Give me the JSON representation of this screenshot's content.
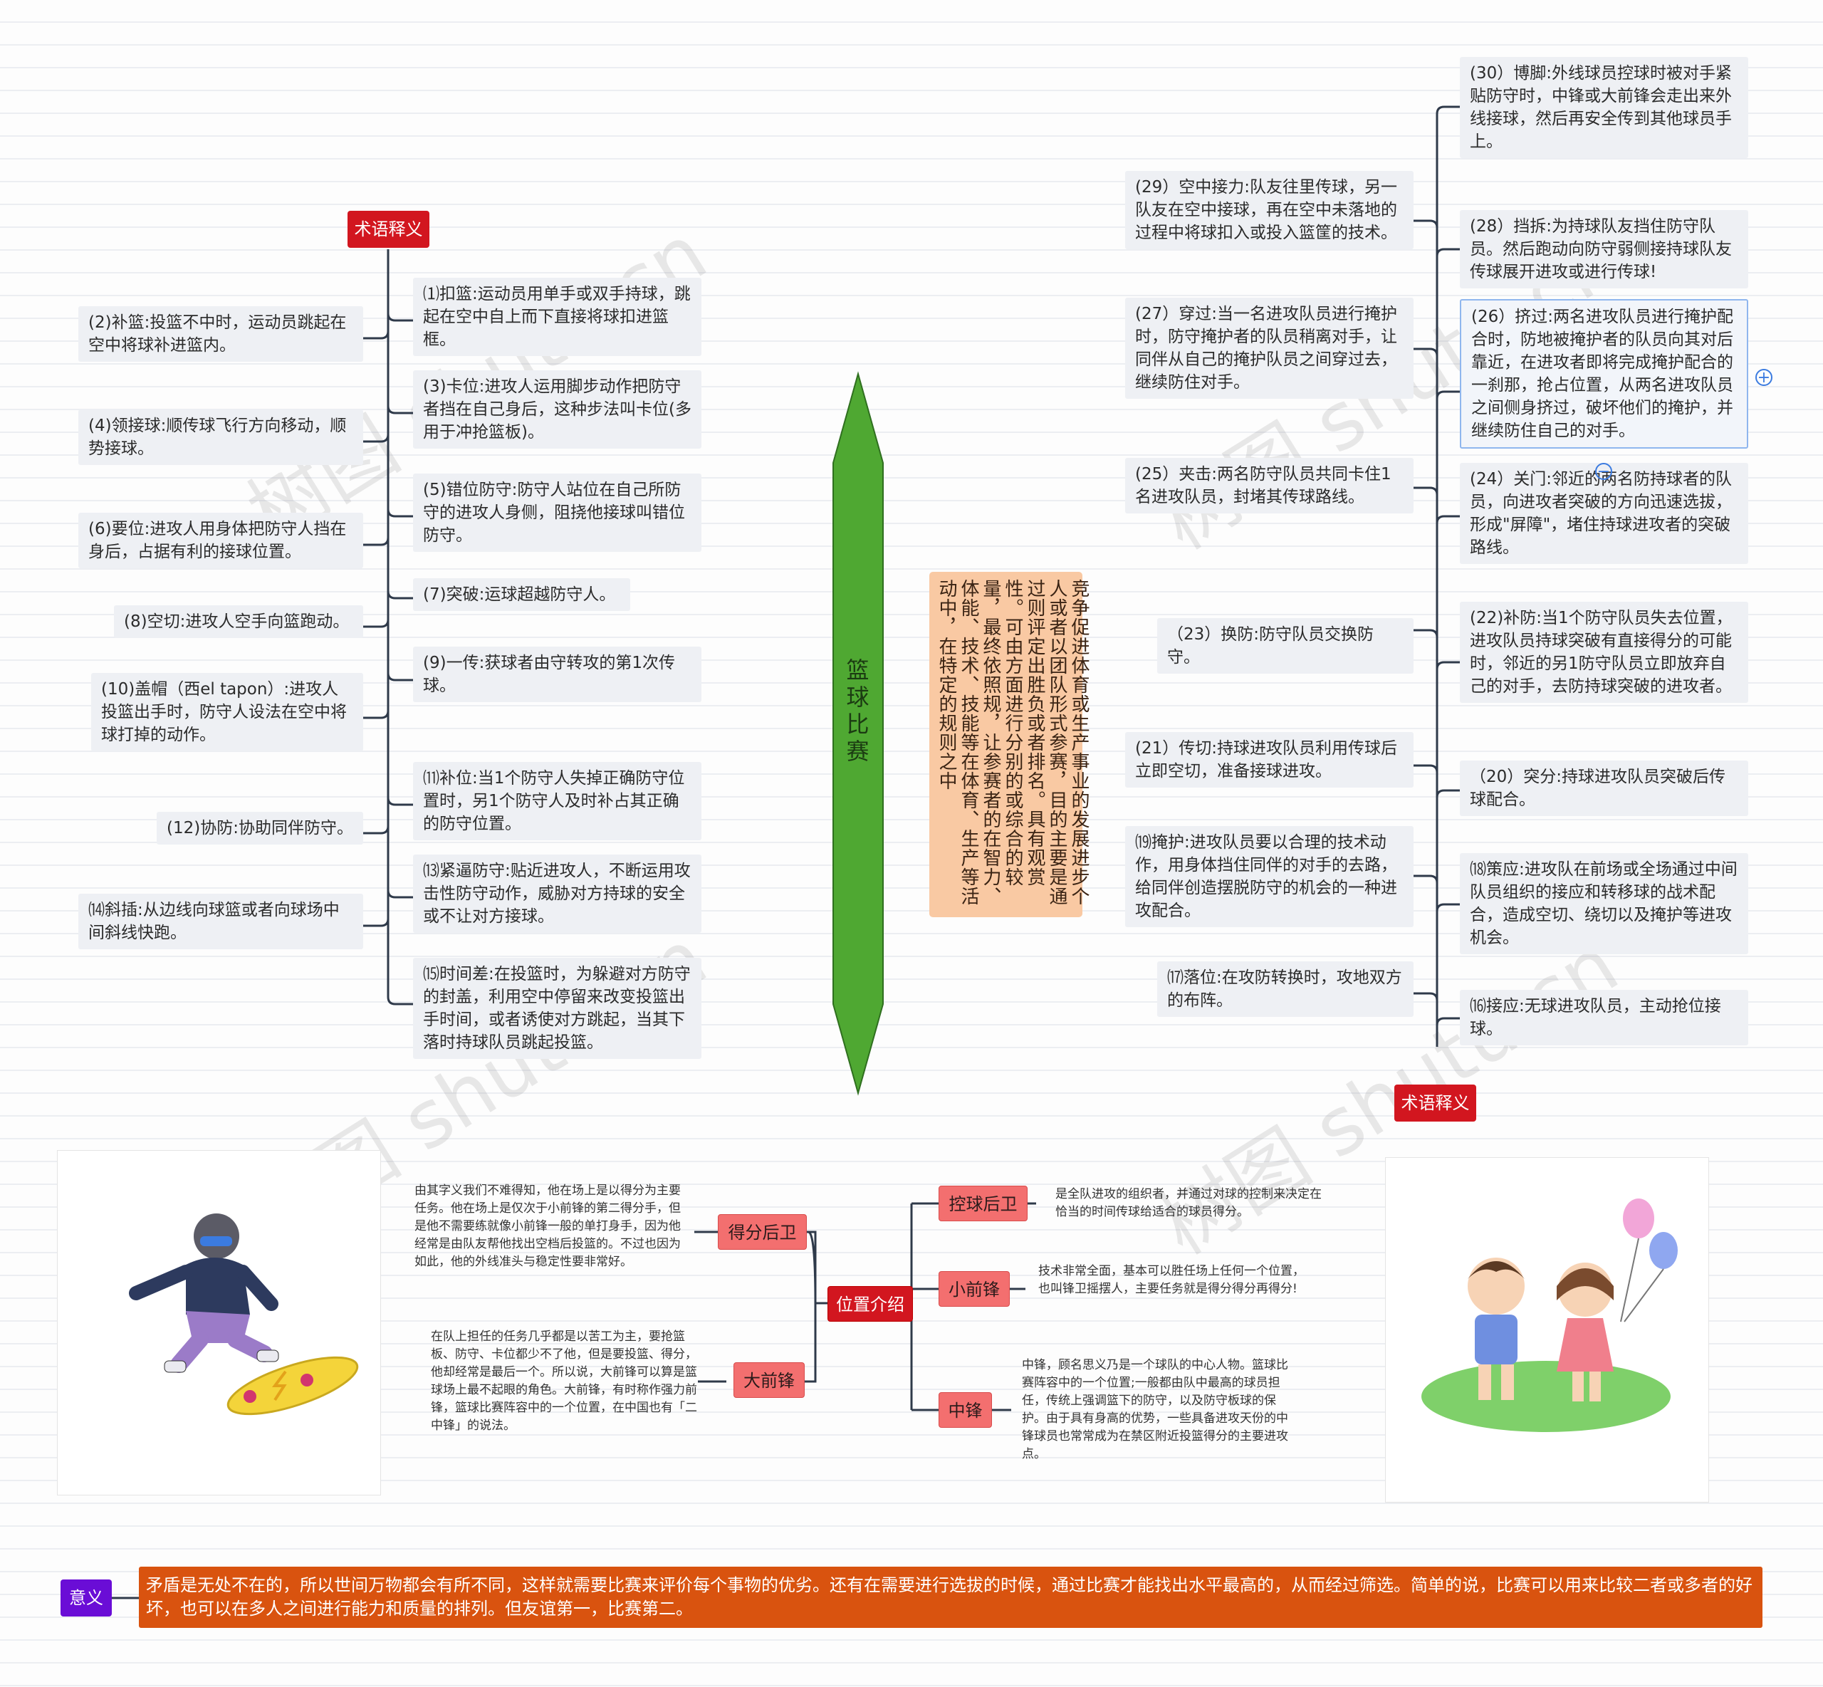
{
  "center": {
    "title": "篮球比赛",
    "description": "竞争促进体育或生产事业的发展进步个人或者以团队形式参赛，目的主要是通过则评定出胜负或者排名。具有观赏性。可由方面进行分别的或综合的较量，最终依照规，让参赛者的在智力、体能、技术、技能等在体育、生产等活动中，在特定的规则之中"
  },
  "left_branch": {
    "tag": "术语释义",
    "inner_items": [
      "⑴扣篮:运动员用单手或双手持球，跳起在空中自上而下直接将球扣进篮框。",
      "(3)卡位:进攻人运用脚步动作把防守者挡在自己身后，这种步法叫卡位(多用于冲抢篮板)。",
      "(5)错位防守:防守人站位在自己所防守的进攻人身侧，阻挠他接球叫错位防守。",
      "(7)突破:运球超越防守人。",
      "(9)一传:获球者由守转攻的第1次传球。",
      "⑾补位:当1个防守人失掉正确防守位置时，另1个防守人及时补占其正确的防守位置。",
      "⒀紧逼防守:贴近进攻人，不断运用攻击性防守动作，威胁对方持球的安全或不让对方接球。",
      "⒂时间差:在投篮时，为躲避对方防守的封盖，利用空中停留来改变投篮出手时间，或者诱使对方跳起，当其下落时持球队员跳起投篮。"
    ],
    "outer_items": [
      "(2)补篮:投篮不中时，运动员跳起在空中将球补进篮内。",
      "(4)领接球:顺传球飞行方向移动，顺势接球。",
      "(6)要位:进攻人用身体把防守人挡在身后，占据有利的接球位置。",
      "(8)空切:进攻人空手向篮跑动。",
      "(10)盖帽（西el tapon）:进攻人投篮出手时，防守人设法在空中将球打掉的动作。",
      "(12)协防:协助同伴防守。",
      "⒁斜插:从边线向球篮或者向球场中间斜线快跑。"
    ]
  },
  "right_branch": {
    "tag": "术语释义",
    "outer_items": [
      "(30）博脚:外线球员控球时被对手紧贴防守时，中锋或大前锋会走出来外线接球，然后再安全传到其他球员手上。",
      "(28）挡拆:为持球队友挡住防守队员。然后跑动向防守弱侧接持球队友传球展开进攻或进行传球!",
      "(26）挤过:两名进攻队员进行掩护配合时，防地被掩护者的队员向其对后靠近，在进攻者即将完成掩护配合的一刹那，抢占位置，从两名进攻队员之间侧身挤过，破坏他们的掩护，并继续防住自己的对手。",
      "(24）关门:邻近的两名防持球者的队员，向进攻者突破的方向迅速选拔，形成\"屏障\"，堵住持球进攻者的突破路线。",
      "(22)补防:当1个防守队员失去位置，进攻队员持球突破有直接得分的可能时，邻近的另1防守队员立即放弃自己的对手，去防持球突破的进攻者。",
      "（20）突分:持球进攻队员突破后传球配合。",
      "⒅策应:进攻队在前场或全场通过中间队员组织的接应和转移球的战术配合，造成空切、绕切以及掩护等进攻机会。",
      "⒃接应:无球进攻队员，主动抢位接球。"
    ],
    "inner_items": [
      "(29）空中接力:队友往里传球，另一队友在空中接球，再在空中未落地的过程中将球扣入或投入篮筐的技术。",
      "(27）穿过:当一名进攻队员进行掩护时，防守掩护者的队员稍离对手，让同伴从自己的掩护队员之间穿过去，继续防住对手。",
      "(25）夹击:两名防守队员共同卡住1名进攻队员，封堵其传球路线。",
      "（23）换防:防守队员交换防守。",
      "(21）传切:持球进攻队员利用传球后立即空切，准备接球进攻。",
      "⒆掩护:进攻队员要以合理的技术动作，用身体挡住同伴的对手的去路，给同伴创造摆脱防守的机会的一种进攻配合。",
      "⒄落位:在攻防转换时，攻地双方的布阵。"
    ],
    "expand_icon": "plus-circle-icon",
    "collapse_icon": "minus-circle-icon"
  },
  "positions": {
    "tag": "位置介绍",
    "left": [
      {
        "label": "得分后卫",
        "text": "由其字义我们不难得知，他在场上是以得分为主要任务。他在场上是仅次于小前锋的第二得分手，但是他不需要练就像小前锋一般的单打身手，因为他经常是由队友帮他找出空档后投篮的。不过也因为如此，他的外线准头与稳定性要非常好。"
      },
      {
        "label": "大前锋",
        "text": "在队上担任的任务几乎都是以苦工为主，要抢篮板、防守、卡位都少不了他，但是要投篮、得分，他却经常是最后一个。所以说，大前锋可以算是篮球场上最不起眼的角色。大前锋，有时称作强力前锋，篮球比赛阵容中的一个位置，在中国也有「二中锋」的说法。"
      }
    ],
    "right": [
      {
        "label": "控球后卫",
        "text": "是全队进攻的组织者，并通过对球的控制来决定在恰当的时间传球给适合的球员得分。"
      },
      {
        "label": "小前锋",
        "text": "技术非常全面，基本可以胜任场上任何一个位置，也叫锋卫摇摆人，主要任务就是得分得分再得分!"
      },
      {
        "label": "中锋",
        "text": "中锋，顾名思义乃是一个球队的中心人物。篮球比赛阵容中的一个位置;一般都由队中最高的球员担任，传统上强调篮下的防守，以及防守板球的保护。由于具有身高的优势，一些具备进攻天份的中锋球员也常常成为在禁区附近投篮得分的主要进攻点。"
      }
    ]
  },
  "meaning": {
    "tag": "意义",
    "text": "矛盾是无处不在的，所以世间万物都会有所不同，这样就需要比赛来评价每个事物的优劣。还有在需要进行选拔的时候，通过比赛才能找出水平最高的，从而经过筛选。简单的说，比赛可以用来比较二者或多者的好坏，也可以在多人之间进行能力和质量的排列。但友谊第一，比赛第二。"
  },
  "watermark": "树图 shutu.cn",
  "colors": {
    "center_node": "#4fa832",
    "tag_red": "#d2161f",
    "position_tag": "#f36f6f",
    "meaning_tag": "#6a0dd6",
    "meaning_box": "#d9530f",
    "description_box": "#f9c9a3",
    "connector": "#2f3a4a"
  },
  "illustrations": [
    "skateboarder-illustration",
    "children-with-balloons-illustration"
  ]
}
